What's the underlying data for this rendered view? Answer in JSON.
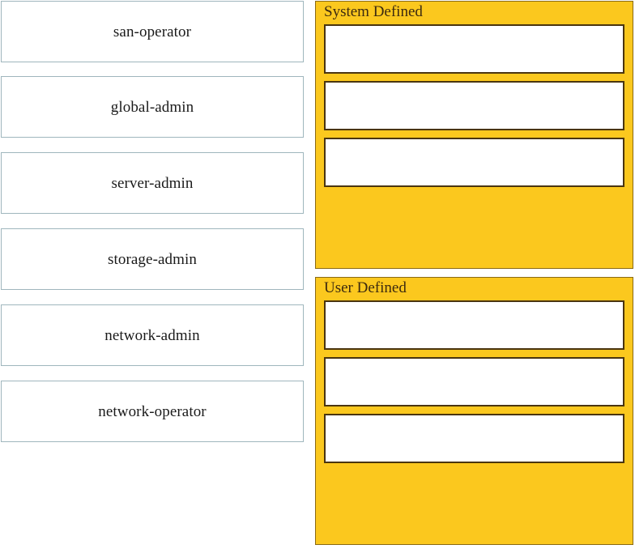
{
  "source_column": {
    "name": "available-roles",
    "tiles": [
      {
        "label": "san-operator",
        "name": "role-tile-san-operator"
      },
      {
        "label": "global-admin",
        "name": "role-tile-global-admin"
      },
      {
        "label": "server-admin",
        "name": "role-tile-server-admin"
      },
      {
        "label": "storage-admin",
        "name": "role-tile-storage-admin"
      },
      {
        "label": "network-admin",
        "name": "role-tile-network-admin"
      },
      {
        "label": "network-operator",
        "name": "role-tile-network-operator"
      }
    ]
  },
  "target_column": {
    "panels": [
      {
        "title": "System Defined",
        "name": "panel-system-defined",
        "dropzones": [
          {
            "label": "",
            "name": "system-defined-dropzone-1"
          },
          {
            "label": "",
            "name": "system-defined-dropzone-2"
          },
          {
            "label": "",
            "name": "system-defined-dropzone-3"
          }
        ]
      },
      {
        "title": "User Defined",
        "name": "panel-user-defined",
        "dropzones": [
          {
            "label": "",
            "name": "user-defined-dropzone-1"
          },
          {
            "label": "",
            "name": "user-defined-dropzone-2"
          },
          {
            "label": "",
            "name": "user-defined-dropzone-3"
          }
        ]
      }
    ]
  },
  "colors": {
    "panel_background": "#FBC81E",
    "panel_border": "#8a6a13",
    "dropzone_border": "#4a3510",
    "dropzone_fill": "#ffffff",
    "tile_border": "#9fb6bd",
    "tile_fill": "#ffffff",
    "panel_title_text": "#3c2a10",
    "tile_text": "#1a1a1a"
  }
}
